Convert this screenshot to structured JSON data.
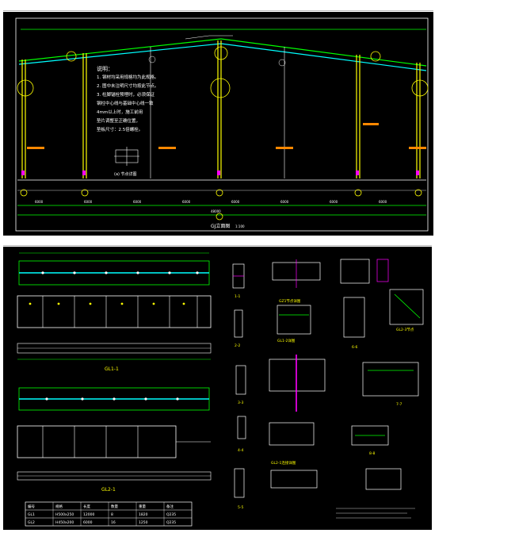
{
  "top_sheet": {
    "notes_heading": "说明：",
    "notes": [
      "1. 钢材均采用规格均为此规格。",
      "2. 图中未注明尺寸均按此节点。",
      "3. 柱脚锚栓预埋时，必须保证",
      "   钢柱中心线与基础中心线一致",
      "   4mm以上时，施工前用",
      "   垫片调整至正确位置，",
      "   垫板尺寸：2.5倍螺栓。"
    ],
    "detail_caption": "(a) 节点详图",
    "drawing_title": "GJ立面图",
    "drawing_scale": "1:100",
    "dims": [
      "6000",
      "6000",
      "6000",
      "6000",
      "6000",
      "6000",
      "6000",
      "6000"
    ],
    "total_dim": "48000"
  },
  "bottom_sheet": {
    "beam_title_1": "GL1-1",
    "beam_title_2": "GL2-1",
    "section_labels": [
      "1-1",
      "2-2",
      "3-3",
      "4-4",
      "5-5",
      "6-6",
      "7-7",
      "8-8"
    ],
    "detail_titles": [
      "GZ1节点详图",
      "GL1-2详图",
      "GL2-1连接详图",
      "GL2-3节点"
    ],
    "table_header": [
      "编号",
      "规格",
      "长度",
      "数量",
      "重量",
      "备注"
    ],
    "table_rows": [
      [
        "GL1",
        "H500x250",
        "12000",
        "8",
        "1820",
        "Q235"
      ],
      [
        "GL2",
        "H450x200",
        "6000",
        "16",
        "1250",
        "Q235"
      ]
    ]
  }
}
